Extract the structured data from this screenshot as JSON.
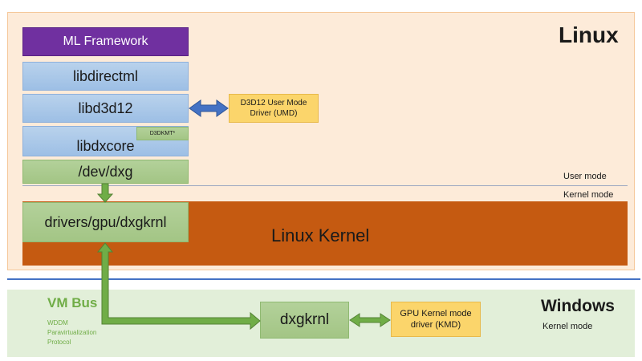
{
  "linux": {
    "title": "Linux",
    "ml_framework": "ML Framework",
    "libdirectml": "libdirectml",
    "libd3d12": "libd3d12",
    "libdxcore": "libdxcore",
    "d3dkmt_tag": "D3DKMT*",
    "dev_dxg": "/dev/dxg",
    "umd_line1": "D3D12 User Mode",
    "umd_line2": "Driver (UMD)",
    "user_mode": "User mode",
    "kernel_mode": "Kernel mode",
    "dxgkrnl_driver": "drivers/gpu/dxgkrnl",
    "kernel": "Linux Kernel"
  },
  "windows": {
    "title": "Windows",
    "vmbus_title": "VM Bus",
    "vmbus_line1": "WDDM",
    "vmbus_line2": "Paravirtualization",
    "vmbus_line3": "Protocol",
    "dxgkrnl": "dxgkrnl",
    "kmd_line1": "GPU Kernel mode",
    "kmd_line2": "driver (KMD)",
    "kernel_mode": "Kernel mode"
  },
  "colors": {
    "linux_bg": "#fdebd9",
    "windows_bg": "#e2efd9",
    "kernel_orange": "#c55a11",
    "purple": "#7030a0",
    "blue_box": "#9dbfe5",
    "green_box": "#a3c585",
    "yellow_box": "#fbd56b",
    "arrow_green": "#70ad47",
    "arrow_blue": "#4472c4",
    "vmbus_green": "#70ad47"
  }
}
